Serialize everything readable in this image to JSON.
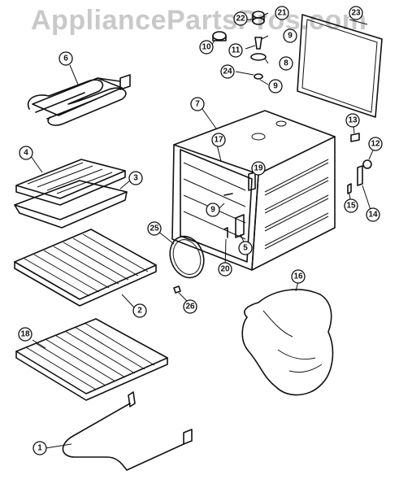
{
  "watermark": "AppliancePartsPros.com",
  "callouts": [
    {
      "id": "c1",
      "label": "1"
    },
    {
      "id": "c2",
      "label": "2"
    },
    {
      "id": "c3",
      "label": "3"
    },
    {
      "id": "c4",
      "label": "4"
    },
    {
      "id": "c5",
      "label": "5"
    },
    {
      "id": "c6",
      "label": "6"
    },
    {
      "id": "c7",
      "label": "7"
    },
    {
      "id": "c8",
      "label": "8"
    },
    {
      "id": "c9a",
      "label": "9"
    },
    {
      "id": "c9b",
      "label": "9"
    },
    {
      "id": "c9c",
      "label": "9"
    },
    {
      "id": "c10",
      "label": "10"
    },
    {
      "id": "c11",
      "label": "11"
    },
    {
      "id": "c12",
      "label": "12"
    },
    {
      "id": "c13",
      "label": "13"
    },
    {
      "id": "c14",
      "label": "14"
    },
    {
      "id": "c15",
      "label": "15"
    },
    {
      "id": "c16",
      "label": "16"
    },
    {
      "id": "c17",
      "label": "17"
    },
    {
      "id": "c18",
      "label": "18"
    },
    {
      "id": "c19",
      "label": "19"
    },
    {
      "id": "c20",
      "label": "20"
    },
    {
      "id": "c21",
      "label": "21"
    },
    {
      "id": "c22",
      "label": "22"
    },
    {
      "id": "c23",
      "label": "23"
    },
    {
      "id": "c24",
      "label": "24"
    },
    {
      "id": "c25",
      "label": "25"
    },
    {
      "id": "c26",
      "label": "26"
    }
  ]
}
